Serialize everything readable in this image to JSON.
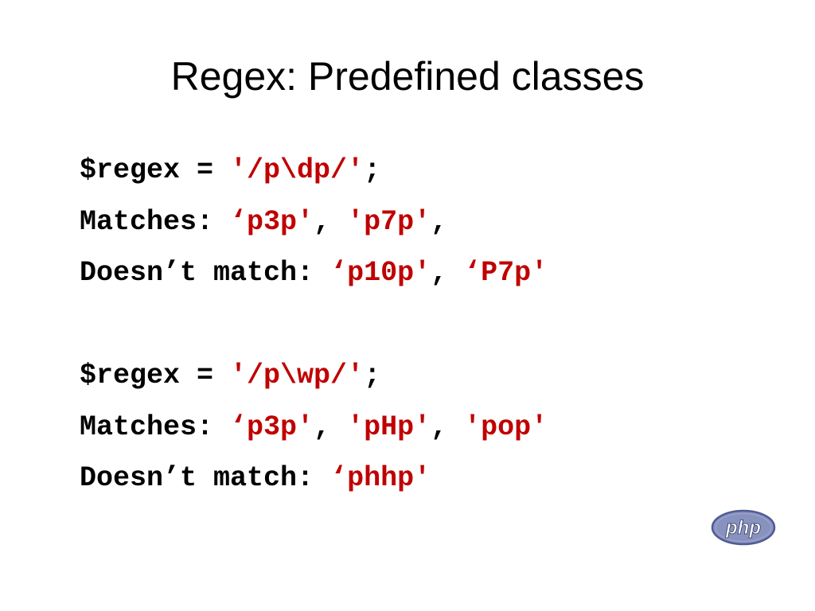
{
  "title": "Regex: Predefined classes",
  "blocks": [
    {
      "regex_line": {
        "prefix": "$regex = ",
        "pattern": "′/p\\dp/′",
        "suffix": ";"
      },
      "matches_line": {
        "label": "Matches: ",
        "items": [
          "‘p3p′",
          "′p7p′"
        ],
        "sep": ", ",
        "trail": ","
      },
      "nomatch_line": {
        "label": "Doesn’t match: ",
        "items": [
          "‘p10p′",
          "‘P7p′"
        ],
        "sep": ", "
      }
    },
    {
      "regex_line": {
        "prefix": "$regex = ",
        "pattern": "′/p\\wp/′",
        "suffix": ";"
      },
      "matches_line": {
        "label": "Matches: ",
        "items": [
          "‘p3p′",
          "′pHp′",
          "′pop′"
        ],
        "sep1": ", ",
        "sep2": ", "
      },
      "nomatch_line": {
        "label": "Doesn’t match: ",
        "items": [
          "‘phhp′"
        ]
      }
    }
  ],
  "logo": {
    "text": "php",
    "colors": {
      "fill": "#8892bf",
      "outline": "#4f5b93",
      "text": "#ffffff"
    }
  },
  "colors": {
    "literal": "#c00000",
    "text": "#000000",
    "background": "#ffffff"
  }
}
